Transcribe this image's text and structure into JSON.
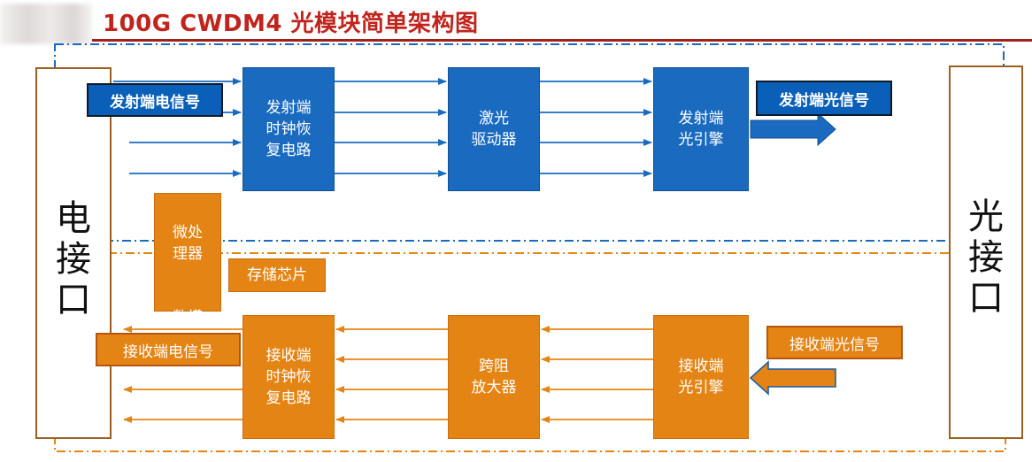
{
  "title": "100G CWDM4 光模块简单架构图",
  "ports": {
    "electrical": "电\n接\n口",
    "optical": "光\n接\n口"
  },
  "transmit": {
    "input_label": "发射端电信号",
    "cdr": "发射端\n时钟恢\n复电路",
    "driver": "激光\n驱动器",
    "engine": "发射端\n光引擎",
    "output_label": "发射端光信号"
  },
  "control": {
    "mcu": "微处\n理器",
    "dac": "数模\n转换",
    "memory": "存储芯片"
  },
  "receive": {
    "output_label": "接收端电信号",
    "cdr": "接收端\n时钟恢\n复电路",
    "tia": "跨阻\n放大器",
    "engine": "接收端\n光引擎",
    "input_label": "接收端光信号"
  },
  "colors": {
    "transmit_blue": "#1a6bc0",
    "receive_orange": "#e48414",
    "title_red": "#c0241c",
    "port_frame_brown": "#9a6020"
  }
}
